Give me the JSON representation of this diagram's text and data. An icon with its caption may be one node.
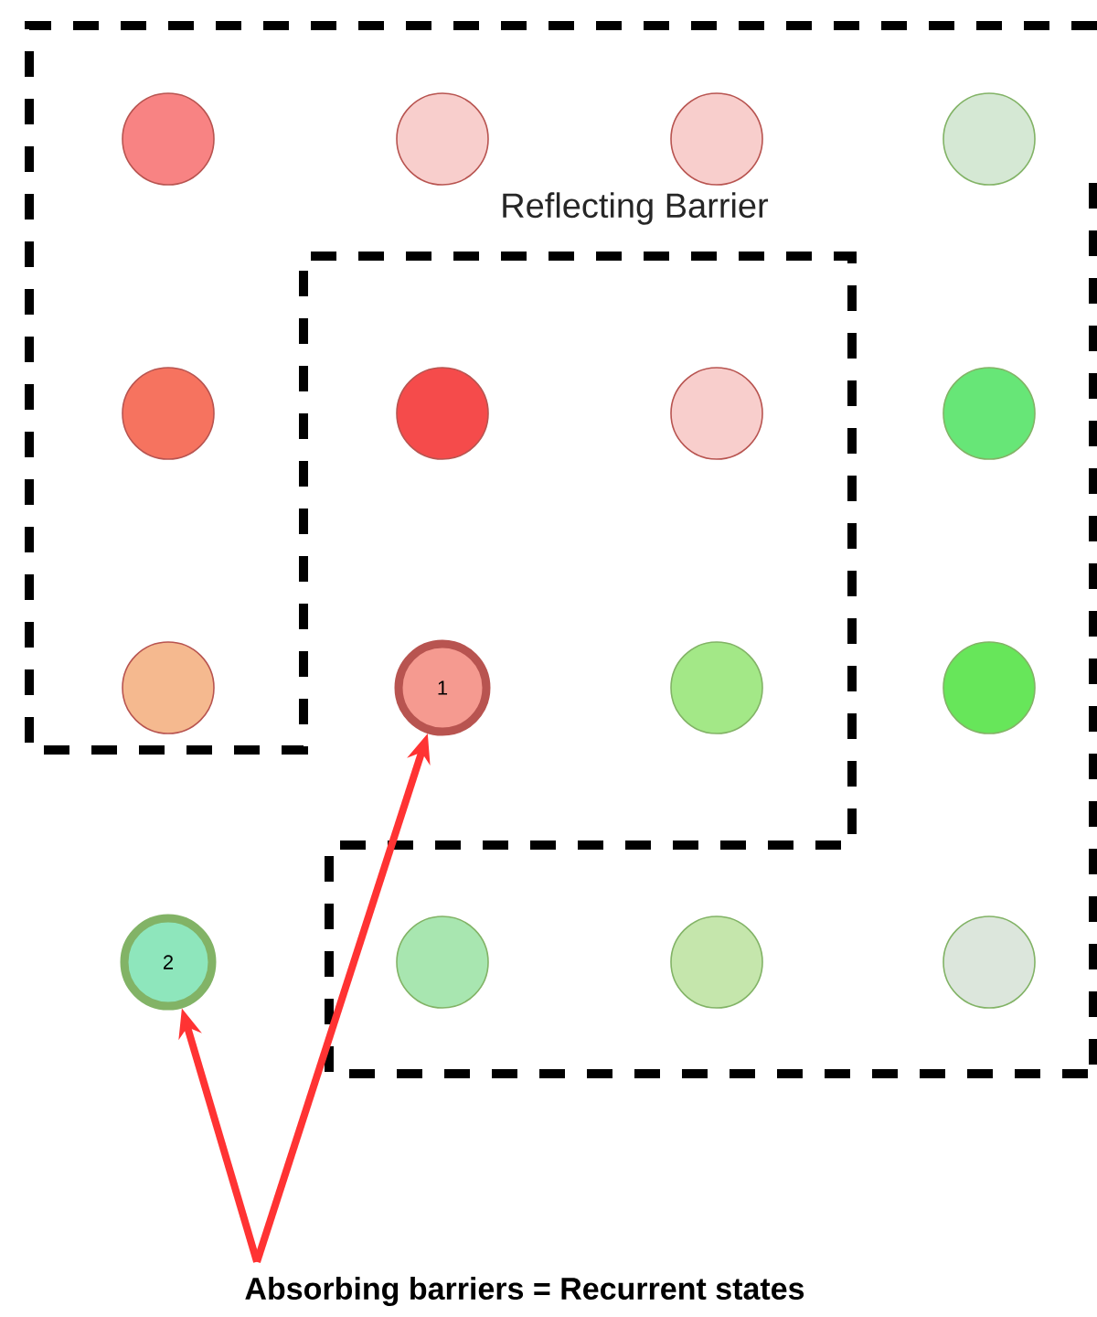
{
  "diagram": {
    "nodes": [
      {
        "text": [],
        "shape": "circle"
      },
      {
        "text": [],
        "shape": "circle"
      },
      {
        "text": [],
        "shape": "circle"
      },
      {
        "text": [],
        "shape": "circle"
      },
      {
        "text": [],
        "shape": "circle"
      },
      {
        "text": [],
        "shape": "circle"
      },
      {
        "text": [],
        "shape": "circle"
      },
      {
        "text": [],
        "shape": "circle"
      },
      {
        "text": [],
        "shape": "circle"
      },
      {
        "text": [
          "1"
        ]
      },
      {
        "text": [],
        "shape": "circle"
      },
      {
        "text": [],
        "shape": "circle"
      },
      {
        "text": [
          "2"
        ]
      },
      {
        "text": [],
        "shape": "circle"
      },
      {
        "text": [],
        "shape": "circle"
      },
      {
        "text": [],
        "shape": "circle"
      },
      {
        "text": [
          "Absorbing barriers =  Recurrent states"
        ]
      }
    ],
    "edges": [
      {
        "from": 16,
        "to": 9,
        "arrow": "to"
      },
      {
        "from": 16,
        "to": 12,
        "arrow": "to"
      }
    ],
    "labels": [
      "Reflecting Barrier"
    ]
  }
}
